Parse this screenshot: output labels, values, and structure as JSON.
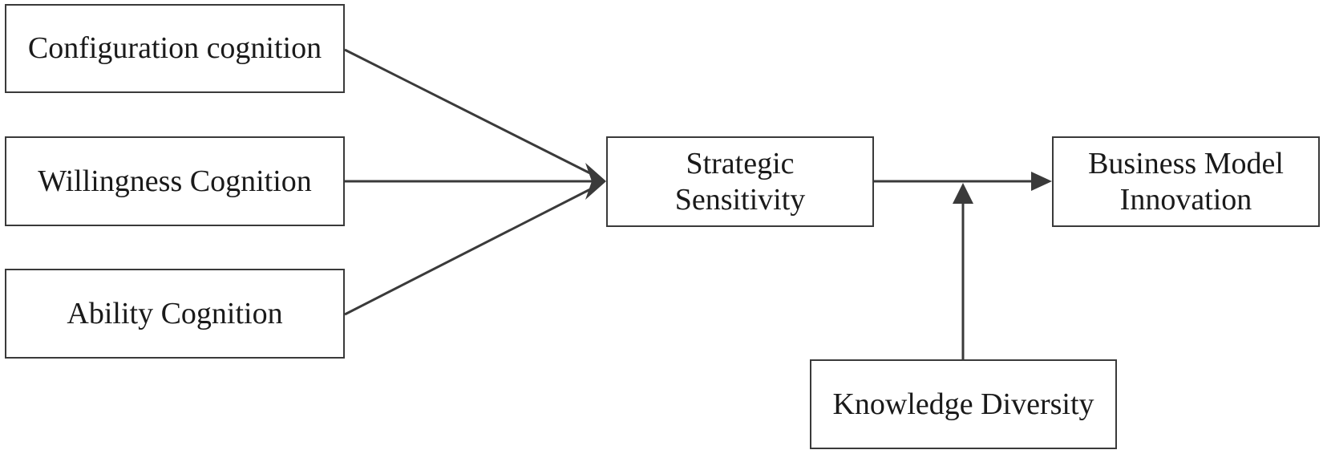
{
  "nodes": {
    "configuration": {
      "label": "Configuration cognition"
    },
    "willingness": {
      "label": "Willingness Cognition"
    },
    "ability": {
      "label": "Ability Cognition"
    },
    "strategic": {
      "line1": "Strategic",
      "line2": "Sensitivity"
    },
    "business": {
      "line1": "Business Model",
      "line2": "Innovation"
    },
    "knowledge": {
      "label": "Knowledge Diversity"
    }
  },
  "colors": {
    "stroke": "#3a3a3a",
    "text": "#1a1a1a",
    "background": "#ffffff"
  }
}
